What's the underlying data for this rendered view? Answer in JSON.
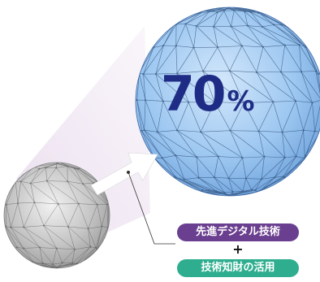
{
  "headline": {
    "value": "70",
    "unit": "%"
  },
  "tags": {
    "first": "先進デジタル技術",
    "plus": "+",
    "second": "技術知財の活用"
  },
  "colors": {
    "headline": "#1f2c86",
    "tag_first": "#6b3f8f",
    "tag_second": "#2fae8f",
    "big_sphere": "#8fbdec",
    "small_sphere": "#b8b8b8",
    "projection": "#e8d6ec"
  },
  "icons": {
    "arrow": "white-arrow-icon",
    "big_sphere": "geodesic-sphere-icon",
    "small_sphere": "geodesic-sphere-icon"
  }
}
